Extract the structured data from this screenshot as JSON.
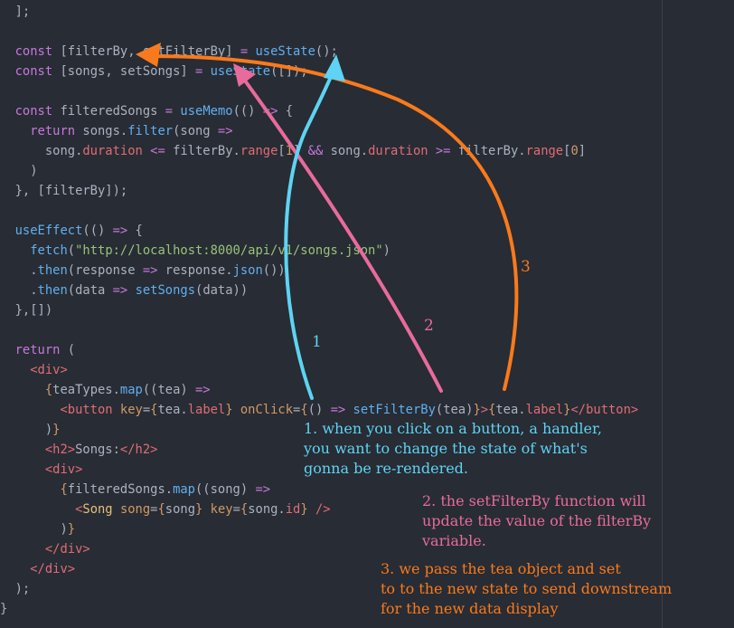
{
  "code_lines": [
    [
      {
        "t": "  ];",
        "c": "pl"
      }
    ],
    [],
    [
      {
        "t": "  ",
        "c": "pl"
      },
      {
        "t": "const",
        "c": "kw"
      },
      {
        "t": " [filterBy, setFilterBy] ",
        "c": "pl"
      },
      {
        "t": "=",
        "c": "op"
      },
      {
        "t": " ",
        "c": "pl"
      },
      {
        "t": "useState",
        "c": "fn"
      },
      {
        "t": "();",
        "c": "pl"
      }
    ],
    [
      {
        "t": "  ",
        "c": "pl"
      },
      {
        "t": "const",
        "c": "kw"
      },
      {
        "t": " [songs, setSongs] ",
        "c": "pl"
      },
      {
        "t": "=",
        "c": "op"
      },
      {
        "t": " ",
        "c": "pl"
      },
      {
        "t": "useState",
        "c": "fn"
      },
      {
        "t": "([]);",
        "c": "pl"
      }
    ],
    [],
    [
      {
        "t": "  ",
        "c": "pl"
      },
      {
        "t": "const",
        "c": "kw"
      },
      {
        "t": " filteredSongs ",
        "c": "pl"
      },
      {
        "t": "=",
        "c": "op"
      },
      {
        "t": " ",
        "c": "pl"
      },
      {
        "t": "useMemo",
        "c": "fn"
      },
      {
        "t": "(() ",
        "c": "pl"
      },
      {
        "t": "=>",
        "c": "op"
      },
      {
        "t": " {",
        "c": "pl"
      }
    ],
    [
      {
        "t": "    ",
        "c": "pl"
      },
      {
        "t": "return",
        "c": "kw"
      },
      {
        "t": " songs.",
        "c": "pl"
      },
      {
        "t": "filter",
        "c": "fn"
      },
      {
        "t": "(song ",
        "c": "pl"
      },
      {
        "t": "=>",
        "c": "op"
      }
    ],
    [
      {
        "t": "      song.",
        "c": "pl"
      },
      {
        "t": "duration",
        "c": "prop"
      },
      {
        "t": " ",
        "c": "pl"
      },
      {
        "t": "<=",
        "c": "op"
      },
      {
        "t": " filterBy.",
        "c": "pl"
      },
      {
        "t": "range",
        "c": "prop"
      },
      {
        "t": "[",
        "c": "pl"
      },
      {
        "t": "1",
        "c": "num"
      },
      {
        "t": "] ",
        "c": "pl"
      },
      {
        "t": "&&",
        "c": "op"
      },
      {
        "t": " song.",
        "c": "pl"
      },
      {
        "t": "duration",
        "c": "prop"
      },
      {
        "t": " ",
        "c": "pl"
      },
      {
        "t": ">=",
        "c": "op"
      },
      {
        "t": " filterBy.",
        "c": "pl"
      },
      {
        "t": "range",
        "c": "prop"
      },
      {
        "t": "[",
        "c": "pl"
      },
      {
        "t": "0",
        "c": "num"
      },
      {
        "t": "]",
        "c": "pl"
      }
    ],
    [
      {
        "t": "    )",
        "c": "pl"
      }
    ],
    [
      {
        "t": "  }, [filterBy]);",
        "c": "pl"
      }
    ],
    [],
    [
      {
        "t": "  ",
        "c": "pl"
      },
      {
        "t": "useEffect",
        "c": "fn"
      },
      {
        "t": "(() ",
        "c": "pl"
      },
      {
        "t": "=>",
        "c": "op"
      },
      {
        "t": " {",
        "c": "pl"
      }
    ],
    [
      {
        "t": "    ",
        "c": "pl"
      },
      {
        "t": "fetch",
        "c": "fn"
      },
      {
        "t": "(",
        "c": "pl"
      },
      {
        "t": "\"http://localhost:8000/api/v1/songs.json\"",
        "c": "str"
      },
      {
        "t": ")",
        "c": "pl"
      }
    ],
    [
      {
        "t": "    .",
        "c": "pl"
      },
      {
        "t": "then",
        "c": "fn"
      },
      {
        "t": "(response ",
        "c": "pl"
      },
      {
        "t": "=>",
        "c": "op"
      },
      {
        "t": " response.",
        "c": "pl"
      },
      {
        "t": "json",
        "c": "fn"
      },
      {
        "t": "())",
        "c": "pl"
      }
    ],
    [
      {
        "t": "    .",
        "c": "pl"
      },
      {
        "t": "then",
        "c": "fn"
      },
      {
        "t": "(data ",
        "c": "pl"
      },
      {
        "t": "=>",
        "c": "op"
      },
      {
        "t": " ",
        "c": "pl"
      },
      {
        "t": "setSongs",
        "c": "fn"
      },
      {
        "t": "(data))",
        "c": "pl"
      }
    ],
    [
      {
        "t": "  },[])",
        "c": "pl"
      }
    ],
    [],
    [
      {
        "t": "  ",
        "c": "pl"
      },
      {
        "t": "return",
        "c": "kw"
      },
      {
        "t": " (",
        "c": "pl"
      }
    ],
    [
      {
        "t": "    ",
        "c": "pl"
      },
      {
        "t": "<div>",
        "c": "tag"
      }
    ],
    [
      {
        "t": "      ",
        "c": "pl"
      },
      {
        "t": "{",
        "c": "attr"
      },
      {
        "t": "teaTypes.",
        "c": "pl"
      },
      {
        "t": "map",
        "c": "fn"
      },
      {
        "t": "((tea) ",
        "c": "pl"
      },
      {
        "t": "=>",
        "c": "op"
      }
    ],
    [
      {
        "t": "        ",
        "c": "pl"
      },
      {
        "t": "<button",
        "c": "tag"
      },
      {
        "t": " ",
        "c": "pl"
      },
      {
        "t": "key",
        "c": "attr"
      },
      {
        "t": "=",
        "c": "pl"
      },
      {
        "t": "{",
        "c": "attr"
      },
      {
        "t": "tea.",
        "c": "pl"
      },
      {
        "t": "label",
        "c": "prop"
      },
      {
        "t": "}",
        "c": "attr"
      },
      {
        "t": " ",
        "c": "pl"
      },
      {
        "t": "onClick",
        "c": "attr"
      },
      {
        "t": "=",
        "c": "pl"
      },
      {
        "t": "{",
        "c": "attr"
      },
      {
        "t": "() ",
        "c": "pl"
      },
      {
        "t": "=>",
        "c": "op"
      },
      {
        "t": " ",
        "c": "pl"
      },
      {
        "t": "setFilterBy",
        "c": "fn"
      },
      {
        "t": "(tea)",
        "c": "pl"
      },
      {
        "t": "}",
        "c": "attr"
      },
      {
        "t": ">",
        "c": "tag"
      },
      {
        "t": "{",
        "c": "attr"
      },
      {
        "t": "tea.",
        "c": "pl"
      },
      {
        "t": "label",
        "c": "prop"
      },
      {
        "t": "}",
        "c": "attr"
      },
      {
        "t": "</button>",
        "c": "tag"
      }
    ],
    [
      {
        "t": "      )",
        "c": "pl"
      },
      {
        "t": "}",
        "c": "attr"
      }
    ],
    [
      {
        "t": "      ",
        "c": "pl"
      },
      {
        "t": "<h2>",
        "c": "tag"
      },
      {
        "t": "Songs:",
        "c": "pl"
      },
      {
        "t": "</h2>",
        "c": "tag"
      }
    ],
    [
      {
        "t": "      ",
        "c": "pl"
      },
      {
        "t": "<div>",
        "c": "tag"
      }
    ],
    [
      {
        "t": "        ",
        "c": "pl"
      },
      {
        "t": "{",
        "c": "attr"
      },
      {
        "t": "filteredSongs.",
        "c": "pl"
      },
      {
        "t": "map",
        "c": "fn"
      },
      {
        "t": "((song) ",
        "c": "pl"
      },
      {
        "t": "=>",
        "c": "op"
      }
    ],
    [
      {
        "t": "          ",
        "c": "pl"
      },
      {
        "t": "<",
        "c": "tag"
      },
      {
        "t": "Song",
        "c": "comp"
      },
      {
        "t": " ",
        "c": "pl"
      },
      {
        "t": "song",
        "c": "attr"
      },
      {
        "t": "=",
        "c": "pl"
      },
      {
        "t": "{",
        "c": "attr"
      },
      {
        "t": "song",
        "c": "pl"
      },
      {
        "t": "}",
        "c": "attr"
      },
      {
        "t": " ",
        "c": "pl"
      },
      {
        "t": "key",
        "c": "attr"
      },
      {
        "t": "=",
        "c": "pl"
      },
      {
        "t": "{",
        "c": "attr"
      },
      {
        "t": "song.",
        "c": "pl"
      },
      {
        "t": "id",
        "c": "prop"
      },
      {
        "t": "}",
        "c": "attr"
      },
      {
        "t": " ",
        "c": "pl"
      },
      {
        "t": "/>",
        "c": "tag"
      }
    ],
    [
      {
        "t": "        )",
        "c": "pl"
      },
      {
        "t": "}",
        "c": "attr"
      }
    ],
    [
      {
        "t": "      ",
        "c": "pl"
      },
      {
        "t": "</div>",
        "c": "tag"
      }
    ],
    [
      {
        "t": "    ",
        "c": "pl"
      },
      {
        "t": "</div>",
        "c": "tag"
      }
    ],
    [
      {
        "t": "  );",
        "c": "pl"
      }
    ],
    [
      {
        "t": "}",
        "c": "pl"
      }
    ]
  ],
  "annotations": {
    "note_1": "1. when you click on a button, a handler,\nyou want to change the state of what's\ngonna be re-rendered.",
    "note_2": "2. the setFilterBy function will\nupdate the value of the filterBy\nvariable.",
    "note_3": "3. we pass the tea object and set\nto to the new state to send downstream\nfor the new data display",
    "arrow_1_label": "1",
    "arrow_2_label": "2",
    "arrow_3_label": "3"
  },
  "colors": {
    "background": "#282c34",
    "arrow_1": "#5ed3f3",
    "arrow_2": "#e86b9c",
    "arrow_3": "#f97a1c"
  }
}
